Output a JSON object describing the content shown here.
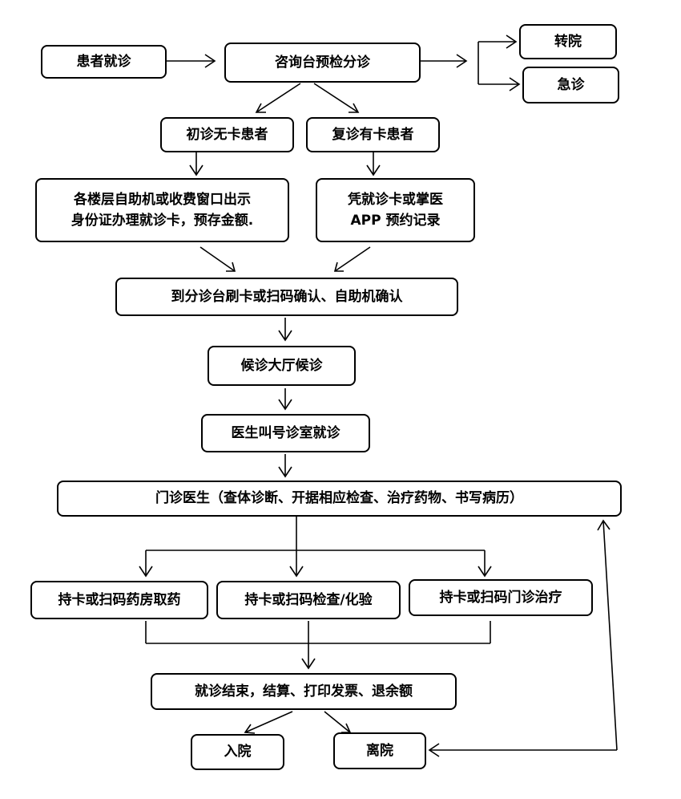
{
  "nodes": {
    "patient_visit": "患者就诊",
    "consult_desk": "咨询台预检分诊",
    "transfer": "转院",
    "emergency": "急诊",
    "first_visit": "初诊无卡患者",
    "return_visit": "复诊有卡患者",
    "self_service_card": [
      "各楼层自助机或收费窗口出示",
      "身份证办理就诊卡，预存金额."
    ],
    "card_or_app": [
      "凭就诊卡或掌医",
      "APP 预约记录"
    ],
    "triage_confirm": "到分诊台刷卡或扫码确认、自助机确认",
    "waiting_hall": "候诊大厅候诊",
    "doctor_call": "医生叫号诊室就诊",
    "outpatient_doctor": "门诊医生（查体诊断、开据相应检查、治疗药物、书写病历）",
    "pharmacy": "持卡或扫码药房取药",
    "exam_lab": "持卡或扫码检查/化验",
    "treatment": "持卡或扫码门诊治疗",
    "settlement": "就诊结束，结算、打印发票、退余额",
    "admission": "入院",
    "discharge": "离院"
  }
}
